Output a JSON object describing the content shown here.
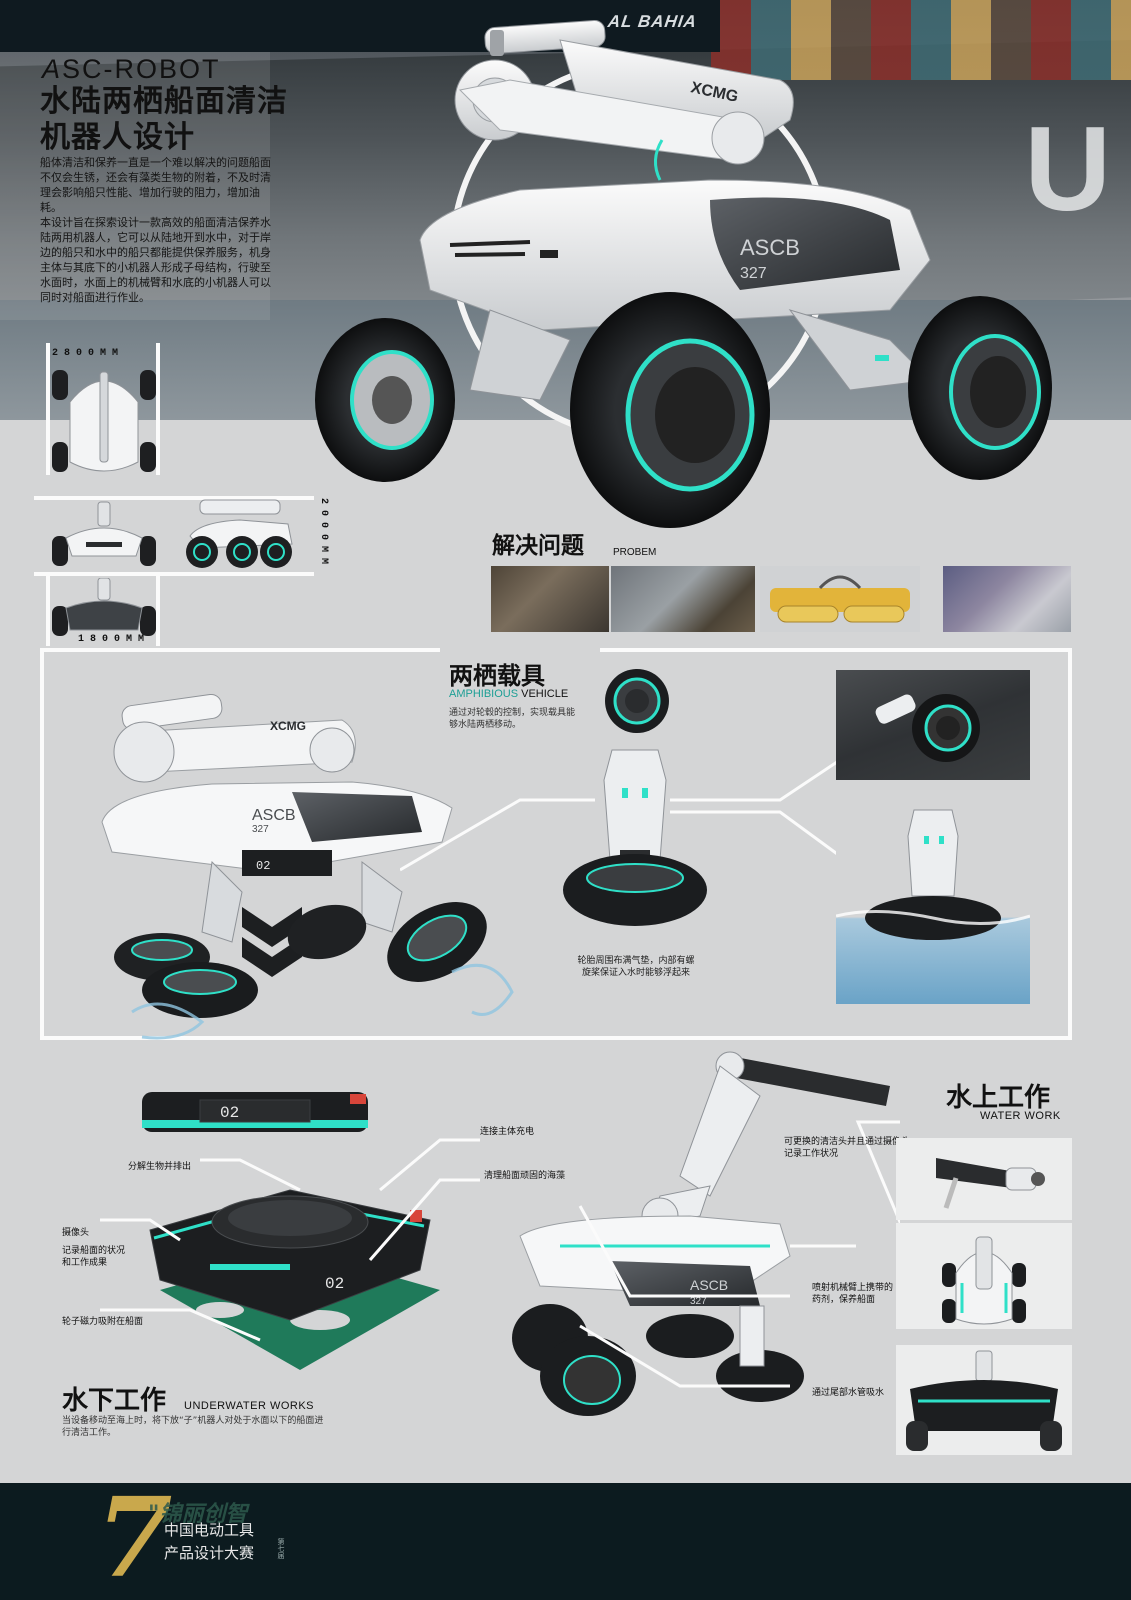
{
  "hero": {
    "ship_name": "AL BAHIA",
    "hull_letter": "U",
    "brand_prefix": "A",
    "brand_rest": "SC-ROBOT",
    "title_line1": "水陆两栖船面清洁",
    "title_line2": "机器人设计",
    "intro_p1": "船体清洁和保养一直是一个难以解决的问题船面不仅会生锈，还会有藻类生物的附着，不及时清理会影响船只性能、增加行驶的阻力，增加油耗。",
    "intro_p2": "本设计旨在探索设计一款高效的船面清洁保养水陆两用机器人，它可以从陆地开到水中，对于岸边的船只和水中的船只都能提供保养服务，机身主体与其底下的小机器人形成子母结构，行驶至水面时，水面上的机械臂和水底的小机器人可以同时对船面进行作业。",
    "robot_brand": "XCMG",
    "robot_model": "ASCB",
    "robot_number": "327"
  },
  "dimensions": {
    "length": "2800MM",
    "height": "2000MM",
    "width": "1800MM"
  },
  "solution": {
    "title": "解决问题",
    "subtitle": "PROBEM"
  },
  "amphibious": {
    "title": "两栖载具",
    "subtitle_accent": "AMPHIBIOUS",
    "subtitle_rest": " VEHICLE",
    "desc": "通过对轮毂的控制，实现载具能够水陆两栖移动。",
    "tire_note": "轮胎周围布满气垫，内部有螺旋桨保证入水时能够浮起来",
    "unit_number": "02"
  },
  "underwater": {
    "title": "水下工作",
    "subtitle": "UNDERWATER WORKS",
    "desc": "当设备移动至海上时，将下放“子”机器人对处于水面以下的船面进行清洁工作。",
    "unit_number": "02",
    "labels": {
      "charge": "连接主体充电",
      "decompose": "分解生物并排出",
      "seaweed": "清理船面顽固的海藻",
      "camera": "摄像头",
      "record": "记录船面的状况和工作成果",
      "magnet": "轮子磁力吸附在船面"
    }
  },
  "waterwork": {
    "title": "水上工作",
    "subtitle": "WATER WORK",
    "labels": {
      "head": "可更换的清洁头并且通过摄像头记录工作状况",
      "spray": "喷射机械臂上携带的药剂，保养船面",
      "suction": "通过尾部水管吸水"
    },
    "robot_model": "ASCB",
    "robot_number": "327"
  },
  "footer": {
    "numeral": "7",
    "script": "\"锦丽创智",
    "line1": "中国电动工具",
    "line2": "产品设计大赛",
    "tag": "第七届"
  },
  "colors": {
    "accent_teal": "#2fe0c8",
    "footer_bg": "#0c1b1f",
    "gold": "#c9a84c"
  }
}
